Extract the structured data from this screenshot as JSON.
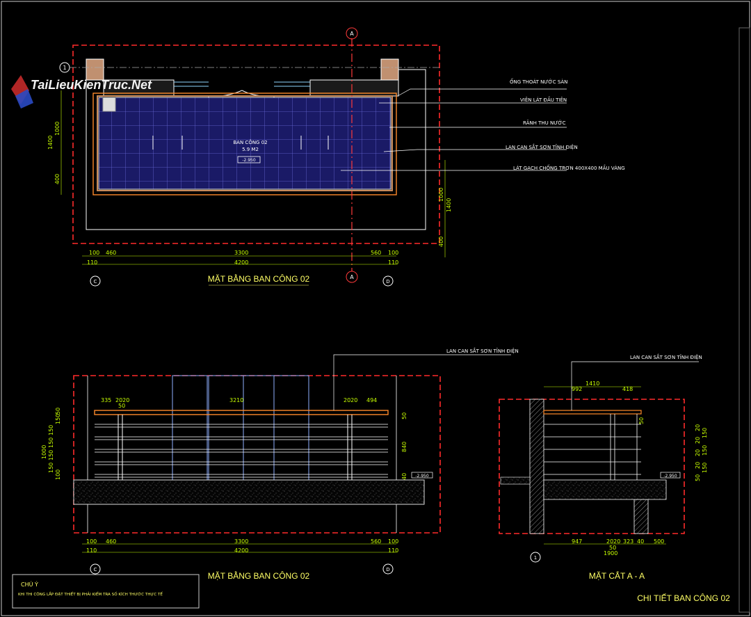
{
  "watermark": "TaiLieuKienTruc.Net",
  "plan": {
    "title": "MẶT BẰNG BAN CÔNG 02",
    "room_name": "BAN CÔNG 02",
    "room_area": "5.9 M2",
    "level": "-2.950",
    "grid_1": "1",
    "grid_c": "C",
    "grid_d": "D",
    "section_mark": "A",
    "dims_bottom_row1": [
      "100",
      "460",
      "3300",
      "560",
      "100"
    ],
    "dims_bottom_row2": [
      "110",
      "4200",
      "110"
    ],
    "dims_left": [
      "1400",
      "1000",
      "400"
    ],
    "dims_right": [
      "1000",
      "1400",
      "400"
    ],
    "callouts": [
      "ỐNG THOÁT NƯỚC SÀN",
      "VIÊN LÁT ĐẦU TIÊN",
      "RÃNH THU NƯỚC",
      "LAN CAN SẮT SƠN TĨNH ĐIỆN",
      "LÁT GẠCH CHỐNG TRƠN 400X400 MẦU VÀNG"
    ]
  },
  "elevation": {
    "title": "MẶT BẰNG BAN CÔNG 02",
    "callout": "LAN CAN SẮT SƠN TĨNH ĐIỆN",
    "dims_top": [
      "335",
      "2020",
      "50",
      "3210",
      "2020",
      "494"
    ],
    "dims_left": [
      "1000",
      "150",
      "150",
      "150",
      "150",
      "150",
      "50",
      "100"
    ],
    "dims_right": [
      "50",
      "840",
      "40"
    ],
    "dims_bottom_row1": [
      "100",
      "460",
      "3300",
      "560",
      "100"
    ],
    "dims_bottom_row2": [
      "110",
      "4200",
      "110"
    ],
    "level": "-2.950",
    "grid_c": "C",
    "grid_d": "D"
  },
  "section": {
    "title": "MẶT CẮT A - A",
    "callout": "LAN CAN SẮT SƠN TĨNH ĐIỆN",
    "dims_top": [
      "1410",
      "992",
      "418"
    ],
    "dims_bottom": [
      "947",
      "2020",
      "323",
      "40",
      "500"
    ],
    "dims_bottom_row2": [
      "50",
      "1900"
    ],
    "dims_right": [
      "50",
      "20",
      "20",
      "20",
      "20",
      "150",
      "150",
      "150",
      "50"
    ],
    "level": "-2.950",
    "grid_1": "1"
  },
  "note": {
    "heading": "CHÚ Ý",
    "text": "KHI THI CÔNG LẮP ĐẶT THIẾT BỊ PHẢI KIỂM TRA SỐ KÍCH THƯỚC THỰC TẾ"
  },
  "sheet_title": "CHI TIẾT BAN CÔNG 02"
}
